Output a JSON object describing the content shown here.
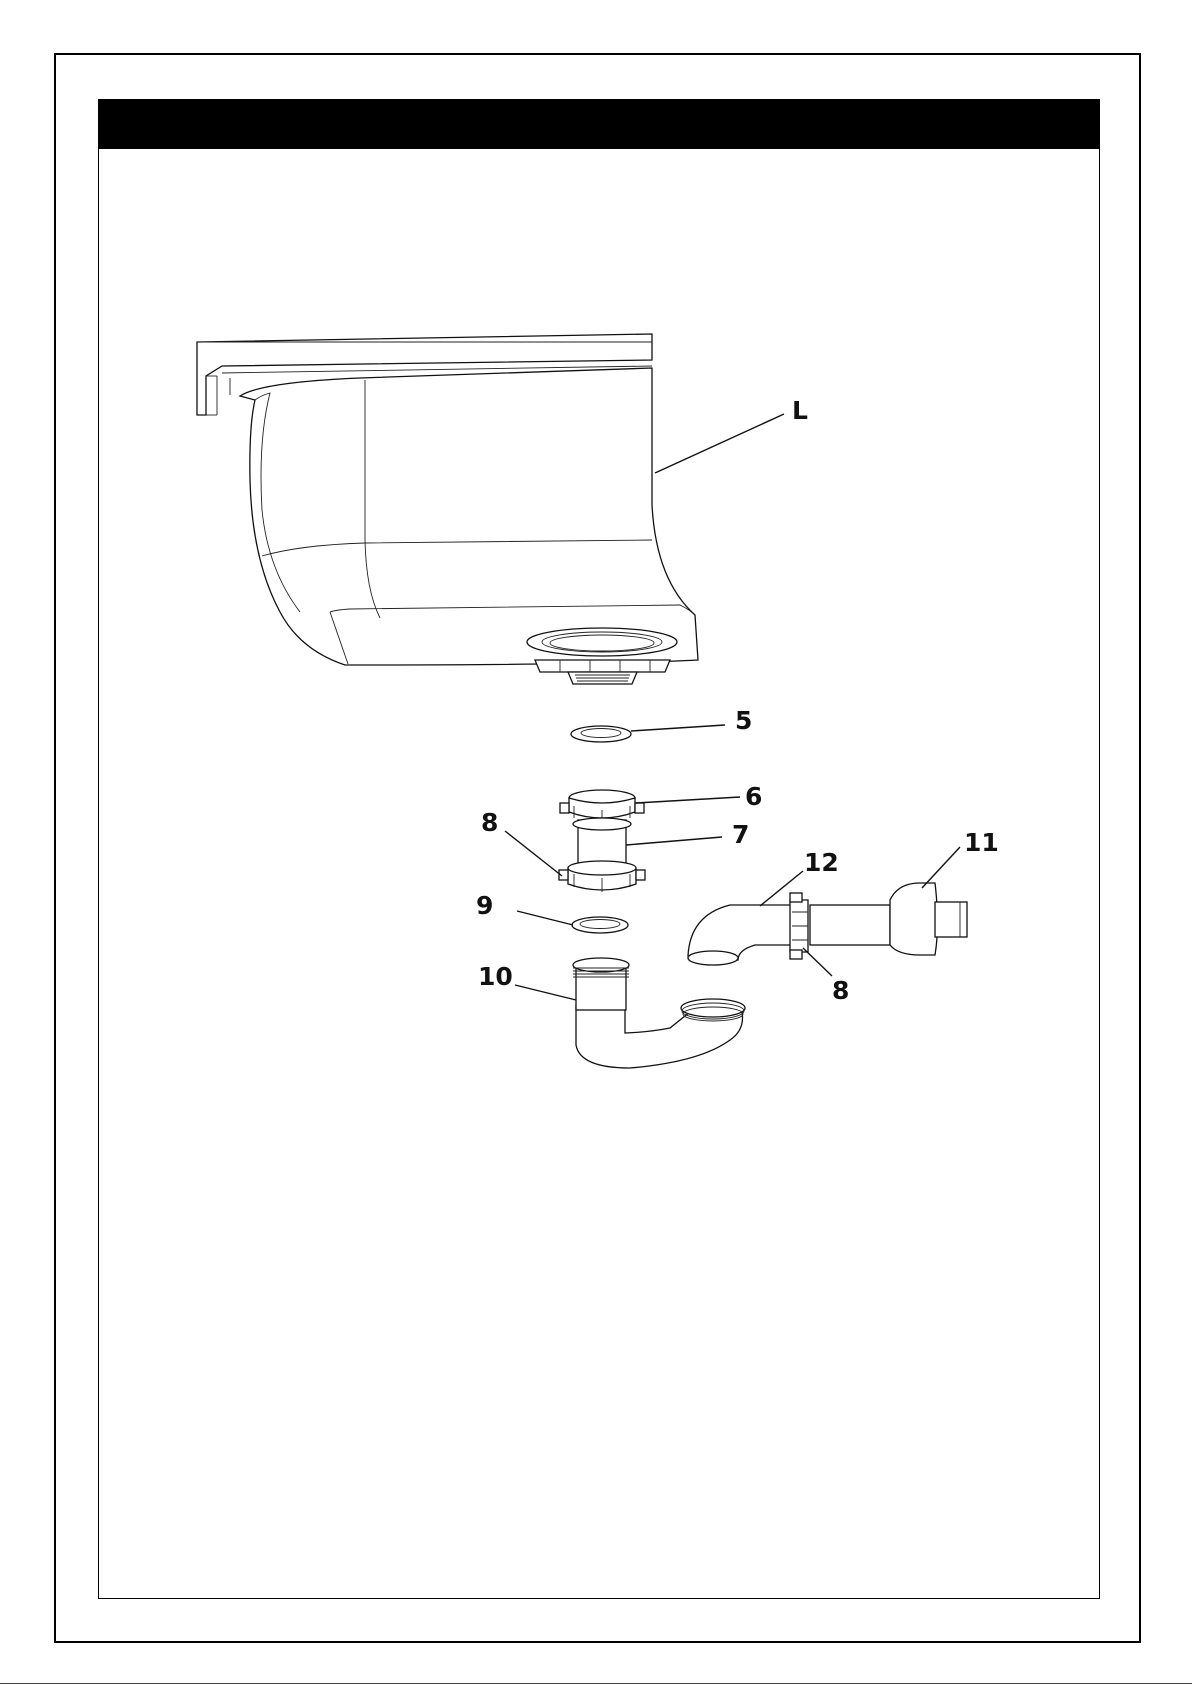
{
  "diagram": {
    "labels": {
      "L": "L",
      "p5": "5",
      "p6": "6",
      "p7": "7",
      "p8a": "8",
      "p8b": "8",
      "p9": "9",
      "p10": "10",
      "p11": "11",
      "p12": "12"
    },
    "colors": {
      "ink": "#111111",
      "header": "#000000",
      "background": "#ffffff"
    }
  }
}
